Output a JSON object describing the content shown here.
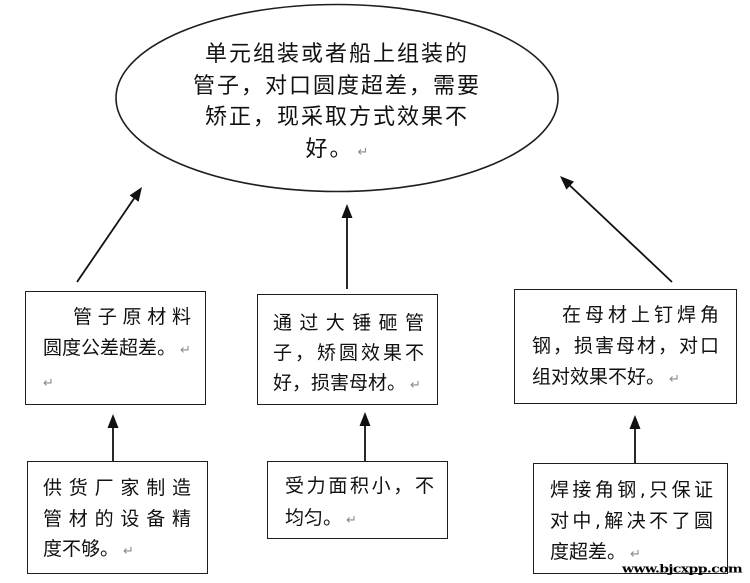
{
  "diagram": {
    "paragraph_mark": "↵",
    "top_node": {
      "lines": [
        "单元组装或者船上组装的",
        "管子，对口圆度超差，需要",
        "矫正，现采取方式效果不",
        "好。"
      ]
    },
    "middle_nodes": [
      {
        "lines": [
          "管子原材料",
          "圆度公差超差。",
          ""
        ]
      },
      {
        "lines": [
          "通过大锤砸管",
          "子，矫圆效果不",
          "好，损害母材。"
        ]
      },
      {
        "lines": [
          "在母材上钉焊角",
          "钢，损害母材，对口",
          "组对效果不好。"
        ]
      }
    ],
    "bottom_nodes": [
      {
        "lines": [
          "供货厂家制造",
          "管材的设备精",
          "度不够。"
        ]
      },
      {
        "lines": [
          "受力面积小，不",
          "均匀。"
        ]
      },
      {
        "lines": [
          "焊接角钢,只保证",
          "对中,解决不了圆",
          "度超差。"
        ]
      }
    ]
  },
  "watermark": "www.bjcxpp.com"
}
